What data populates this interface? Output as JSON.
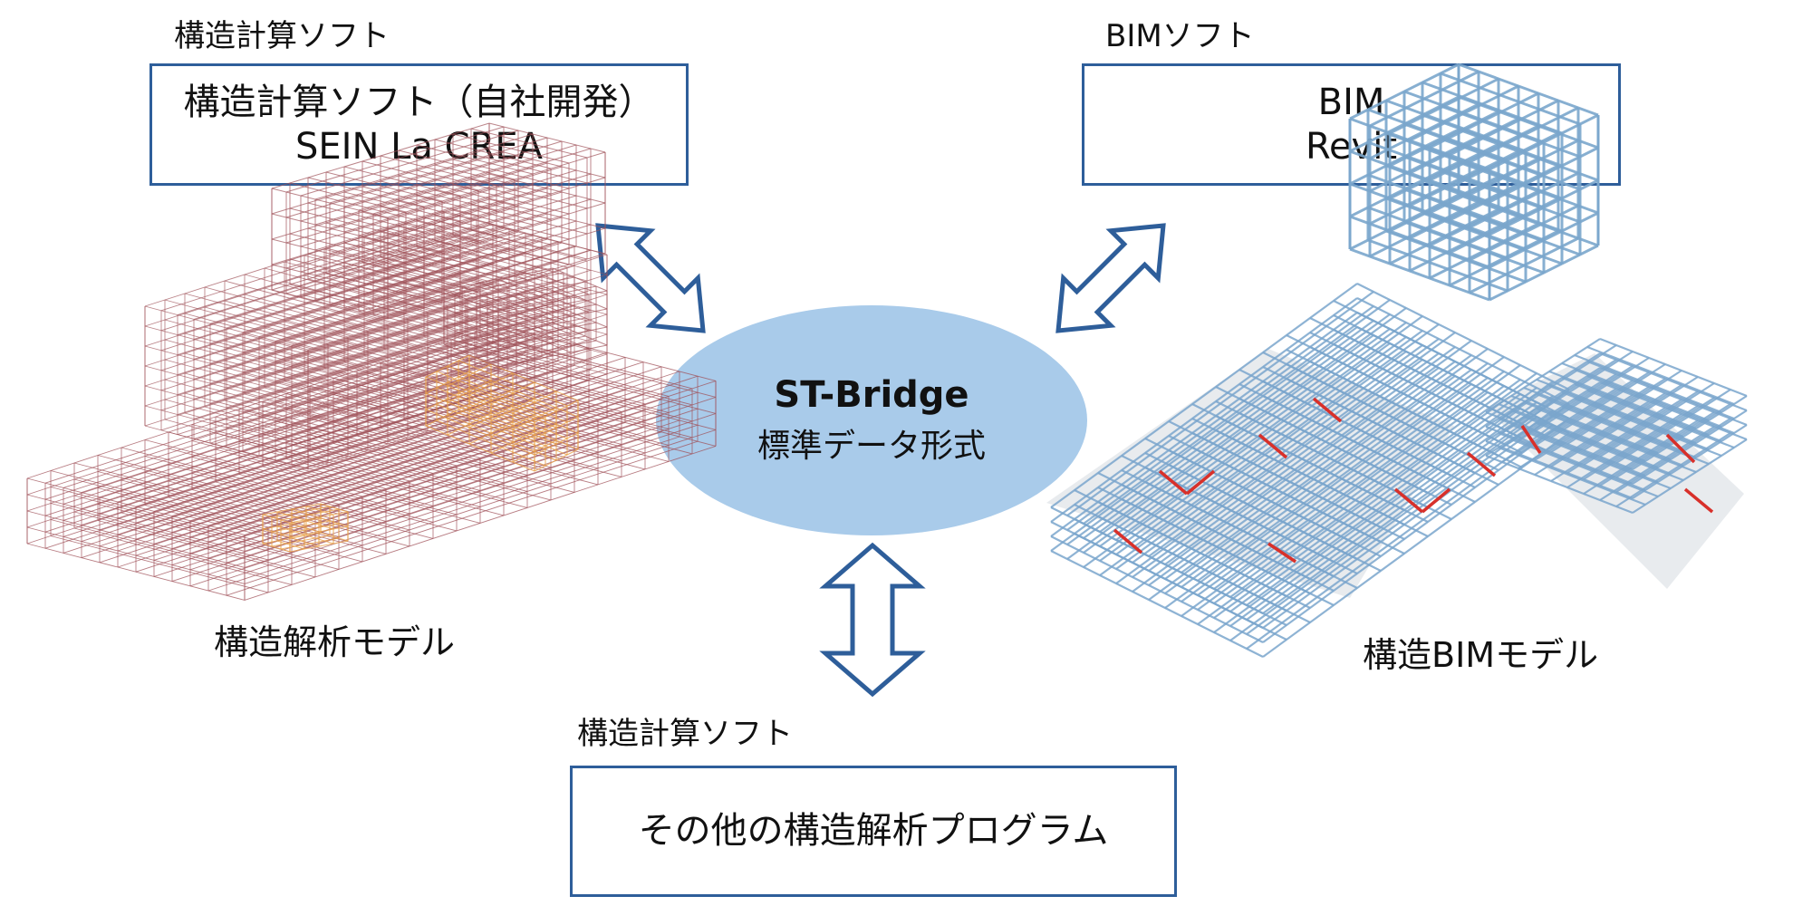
{
  "left": {
    "caption": "構造計算ソフト",
    "box_line1": "構造計算ソフト（自社開発）",
    "box_line2": "SEIN La CREA",
    "model_label": "構造解析モデル"
  },
  "right": {
    "caption": "BIMソフト",
    "box_line1": "BIM",
    "box_line2": "Revit",
    "model_label": "構造BIMモデル"
  },
  "center": {
    "title": "ST-Bridge",
    "subtitle": "標準データ形式"
  },
  "bottom": {
    "caption": "構造計算ソフト",
    "box_text": "その他の構造解析プログラム"
  },
  "colors": {
    "box_border": "#2e5e9a",
    "ellipse_fill": "#a9cbea",
    "left_model_line": "#a0525a",
    "left_model_accent": "#e8a04a",
    "right_model_line": "#7aa6cc",
    "right_model_brace": "#d8302a",
    "right_model_slab": "#d9dde2"
  }
}
